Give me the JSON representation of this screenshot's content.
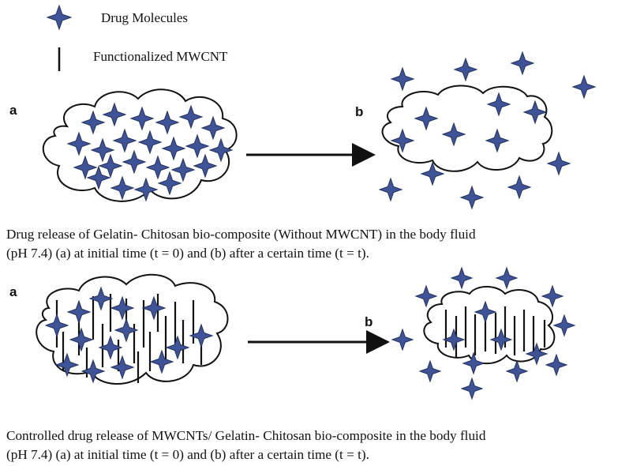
{
  "legend": {
    "drug_label": "Drug Molecules",
    "mwcnt_label": "Functionalized MWCNT",
    "drug_icon": "four-point-star-icon",
    "mwcnt_icon": "vertical-line-icon"
  },
  "colors": {
    "drug_fill": "#3f5496",
    "drug_stroke": "#23305e",
    "outline": "#111111"
  },
  "top_panel": {
    "label_a": "a",
    "label_b": "b",
    "caption_line1": "Drug release of  Gelatin- Chitosan bio-composite (Without MWCNT) in the body fluid",
    "caption_line2": "(pH 7.4) (a) at initial time (t = 0) and (b) after a certain time (t = t)."
  },
  "bottom_panel": {
    "label_a": "a",
    "label_b": "b",
    "caption_line1": "Controlled drug release of  MWCNTs/ Gelatin- Chitosan bio-composite in the body fluid",
    "caption_line2": "(pH 7.4)  (a) at initial time (t = 0) and (b) after a certain time (t = t)."
  }
}
